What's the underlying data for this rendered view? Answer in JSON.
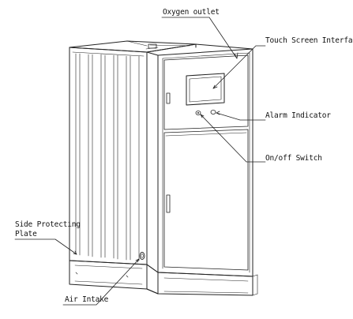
{
  "callouts": {
    "oxygen_outlet": "Oxygen outlet",
    "touch_screen": "Touch Screen Interface",
    "alarm_indicator": "Alarm Indicator",
    "onoff_switch": "On/off Switch",
    "side_plate_line1": "Side Protecting",
    "side_plate_line2": "Plate",
    "air_intake": "Air Intake"
  },
  "colors": {
    "stroke": "#222222",
    "text": "#111111",
    "background": "#ffffff"
  }
}
